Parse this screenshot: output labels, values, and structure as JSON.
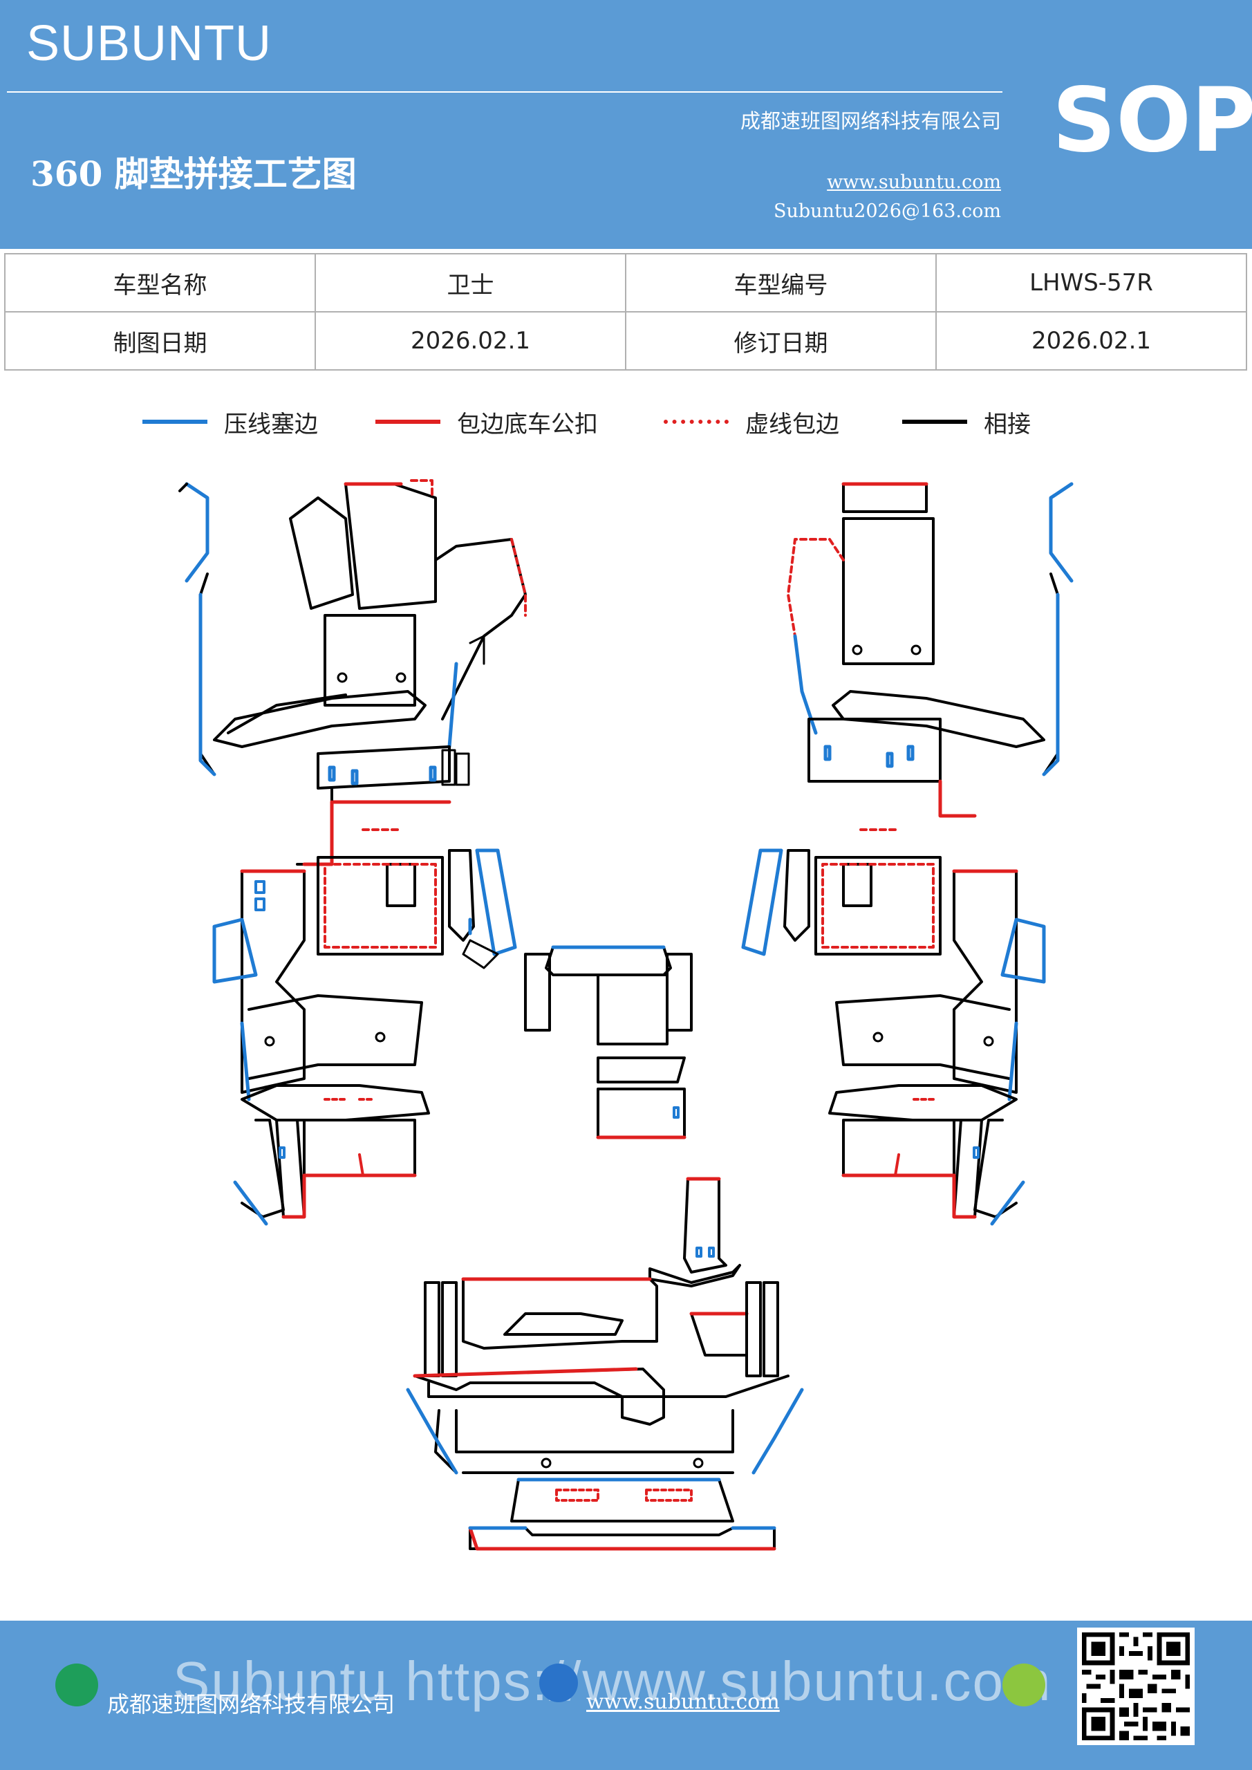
{
  "header": {
    "brand": "SUBUNTU",
    "company": "成都速班图网络科技有限公司",
    "title": "360 脚垫拼接工艺图",
    "website": "www.subuntu.com",
    "email": "Subuntu2026@163.com",
    "sop": "SOP"
  },
  "info": {
    "model_name_label": "车型名称",
    "model_name": "卫士",
    "model_code_label": "车型编号",
    "model_code": "LHWS-57R",
    "draw_date_label": "制图日期",
    "draw_date": "2026.02.1",
    "revise_date_label": "修订日期",
    "revise_date": "2026.02.1"
  },
  "legend": [
    {
      "label": "压线塞边",
      "color": "#1f7bd3",
      "style": "solid"
    },
    {
      "label": "包边底车公扣",
      "color": "#e02020",
      "style": "solid"
    },
    {
      "label": "虚线包边",
      "color": "#e02020",
      "style": "dashed"
    },
    {
      "label": "相接",
      "color": "#000000",
      "style": "solid"
    }
  ],
  "footer": {
    "company": "成都速班图网络科技有限公司",
    "website": "www.subuntu.com",
    "watermark": "Subuntu https://www.subuntu.com"
  },
  "colors": {
    "brand_blue": "#5b9bd5",
    "line_blue": "#1f7bd3",
    "line_red": "#e02020",
    "line_black": "#000000"
  },
  "icons": [
    "building-icon",
    "globe-icon",
    "wechat-icon",
    "qr-code-icon"
  ]
}
